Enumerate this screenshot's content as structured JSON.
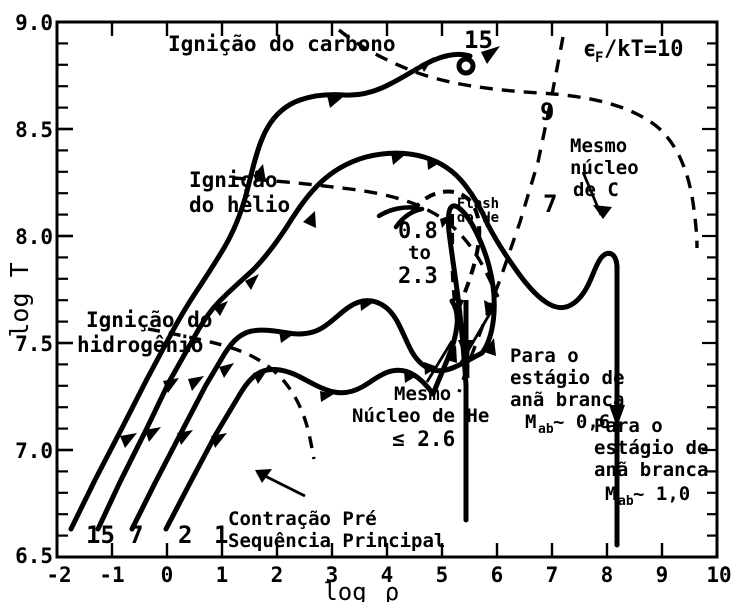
{
  "chart_data": {
    "type": "line",
    "title": "",
    "xlabel": "logρ",
    "ylabel": "log T",
    "xlim": [
      -2,
      10
    ],
    "ylim": [
      6.5,
      9.0
    ],
    "grid": false,
    "legend_position": "none",
    "xticks": [
      "-2",
      "-1",
      "0",
      "1",
      "2",
      "3",
      "4",
      "5",
      "6",
      "7",
      "8",
      "9",
      "10"
    ],
    "yticks": [
      "6.5",
      "7.0",
      "7.5",
      "8.0",
      "8.5",
      "9.0"
    ],
    "x_minor_step": 0.2,
    "y_minor_step": 0.1,
    "series": [
      {
        "name": "15 M_sun evolutionary track",
        "label": "15",
        "style": "solid",
        "points": [
          [
            -1.75,
            6.63
          ],
          [
            -1.3,
            6.86
          ],
          [
            -0.85,
            7.1
          ],
          [
            -0.45,
            7.32
          ],
          [
            -0.1,
            7.5
          ],
          [
            0.15,
            7.6
          ],
          [
            0.45,
            7.72
          ],
          [
            0.75,
            7.86
          ],
          [
            1.0,
            8.0
          ],
          [
            1.2,
            8.2
          ],
          [
            1.3,
            8.38
          ],
          [
            1.45,
            8.55
          ],
          [
            1.75,
            8.62
          ],
          [
            2.1,
            8.6
          ],
          [
            2.5,
            8.58
          ],
          [
            2.9,
            8.6
          ],
          [
            3.3,
            8.68
          ],
          [
            3.7,
            8.76
          ],
          [
            4.0,
            8.8
          ]
        ]
      },
      {
        "name": "7 M_sun evolutionary track",
        "label": "7",
        "style": "solid",
        "points": [
          [
            -1.25,
            6.63
          ],
          [
            -0.85,
            6.85
          ],
          [
            -0.4,
            7.1
          ],
          [
            0.0,
            7.32
          ],
          [
            0.35,
            7.5
          ],
          [
            0.6,
            7.58
          ],
          [
            0.95,
            7.66
          ],
          [
            1.3,
            7.8
          ],
          [
            1.6,
            7.96
          ],
          [
            1.85,
            8.14
          ],
          [
            2.15,
            8.3
          ],
          [
            2.5,
            8.42
          ],
          [
            2.9,
            8.48
          ],
          [
            3.35,
            8.5
          ],
          [
            3.8,
            8.46
          ],
          [
            4.2,
            8.36
          ],
          [
            4.6,
            8.28
          ],
          [
            4.95,
            8.24
          ],
          [
            5.3,
            8.22
          ],
          [
            5.6,
            8.2
          ],
          [
            5.9,
            8.1
          ],
          [
            6.2,
            7.98
          ],
          [
            6.5,
            7.93
          ],
          [
            6.75,
            7.96
          ],
          [
            7.0,
            8.02
          ],
          [
            7.3,
            8.05
          ],
          [
            7.6,
            8.04
          ],
          [
            7.85,
            8.02
          ]
        ]
      },
      {
        "name": "2 M_sun evolutionary track",
        "label": "2",
        "style": "solid",
        "points": [
          [
            -0.6,
            6.63
          ],
          [
            -0.25,
            6.85
          ],
          [
            0.15,
            7.08
          ],
          [
            0.55,
            7.3
          ],
          [
            0.85,
            7.45
          ],
          [
            1.15,
            7.52
          ],
          [
            1.5,
            7.56
          ],
          [
            1.85,
            7.56
          ],
          [
            2.2,
            7.5
          ],
          [
            2.55,
            7.46
          ],
          [
            2.95,
            7.48
          ],
          [
            3.3,
            7.56
          ],
          [
            3.6,
            7.7
          ],
          [
            3.85,
            7.88
          ],
          [
            4.05,
            8.05
          ],
          [
            4.3,
            8.12
          ],
          [
            4.6,
            8.16
          ],
          [
            4.95,
            8.18
          ],
          [
            5.3,
            8.22
          ],
          [
            5.6,
            8.22
          ],
          [
            5.85,
            8.12
          ],
          [
            6.0,
            7.95
          ],
          [
            6.1,
            7.7
          ],
          [
            6.15,
            7.4
          ],
          [
            6.2,
            7.05
          ],
          [
            6.2,
            6.8
          ]
        ]
      },
      {
        "name": "1 M_sun evolutionary track",
        "label": "1",
        "style": "solid",
        "points": [
          [
            -0.1,
            6.63
          ],
          [
            0.3,
            6.86
          ],
          [
            0.7,
            7.1
          ],
          [
            1.05,
            7.28
          ],
          [
            1.4,
            7.38
          ],
          [
            1.8,
            7.42
          ],
          [
            2.2,
            7.4
          ],
          [
            2.6,
            7.36
          ],
          [
            3.0,
            7.36
          ],
          [
            3.4,
            7.42
          ],
          [
            3.75,
            7.52
          ],
          [
            4.0,
            7.66
          ],
          [
            4.2,
            7.8
          ],
          [
            4.4,
            7.92
          ],
          [
            4.65,
            8.02
          ],
          [
            4.95,
            8.12
          ],
          [
            5.25,
            8.2
          ],
          [
            5.5,
            8.24
          ],
          [
            5.75,
            8.22
          ],
          [
            5.95,
            8.14
          ],
          [
            6.1,
            8.0
          ]
        ]
      }
    ],
    "boundaries": [
      {
        "name": "hydrogen ignition line",
        "label": "Ignição do hidrogênio",
        "style": "dashed",
        "points": [
          [
            -0.35,
            7.62
          ],
          [
            0.3,
            7.56
          ],
          [
            0.9,
            7.48
          ],
          [
            1.4,
            7.4
          ],
          [
            1.9,
            7.28
          ],
          [
            2.3,
            7.14
          ],
          [
            2.6,
            6.98
          ],
          [
            2.8,
            6.84
          ]
        ]
      },
      {
        "name": "helium ignition line",
        "label": "Ignição do hélio",
        "style": "dashed",
        "points": [
          [
            1.2,
            8.27
          ],
          [
            2.0,
            8.25
          ],
          [
            2.8,
            8.22
          ],
          [
            3.6,
            8.18
          ],
          [
            4.3,
            8.1
          ],
          [
            4.9,
            8.0
          ],
          [
            5.3,
            7.88
          ],
          [
            5.6,
            7.76
          ]
        ]
      },
      {
        "name": "carbon ignition line",
        "label": "Ignição do carbono",
        "style": "dashed",
        "points": [
          [
            3.1,
            8.97
          ],
          [
            3.6,
            8.88
          ],
          [
            4.15,
            8.78
          ],
          [
            4.8,
            8.72
          ],
          [
            5.6,
            8.68
          ],
          [
            6.5,
            8.63
          ],
          [
            7.3,
            8.52
          ],
          [
            7.9,
            8.36
          ],
          [
            8.3,
            8.16
          ],
          [
            8.55,
            7.94
          ]
        ]
      },
      {
        "name": "degeneracy line eF/kT=10",
        "label": "ϵF/kT=10",
        "style": "dashed",
        "points": [
          [
            5.75,
            8.93
          ],
          [
            5.55,
            8.62
          ],
          [
            5.3,
            8.32
          ],
          [
            5.0,
            8.04
          ],
          [
            4.7,
            7.8
          ],
          [
            4.45,
            7.58
          ],
          [
            4.2,
            7.4
          ]
        ]
      }
    ],
    "annotations": [
      {
        "name": "carbon-ignition-label",
        "text": "Ignição do carbono"
      },
      {
        "name": "helium-ignition-label",
        "text": "Ignição\ndo hélio"
      },
      {
        "name": "hydrogen-ignition-label",
        "text": "Ignição do\nhidrogênio"
      },
      {
        "name": "degeneracy-label",
        "text": "ϵF/kT=10"
      },
      {
        "name": "mass-range-label",
        "text": "0.8 to 2.3"
      },
      {
        "name": "helium-flash-label",
        "text": "Flash do He"
      },
      {
        "name": "same-carbon-core-label",
        "text": "Mesmo núcleo de C"
      },
      {
        "name": "same-helium-core-label",
        "text": "Mesmo Núcleo de He ≤ 2.6"
      },
      {
        "name": "pre-main-sequence-label",
        "text": "Contração Pré Sequência Principal"
      },
      {
        "name": "white-dwarf-06-label",
        "text": "Para o estágio de anã branca Mab~0,6"
      },
      {
        "name": "white-dwarf-10-label",
        "text": "Para o estágio de anã branca Mab~1,0"
      }
    ]
  },
  "axes": {
    "ylabel": "log T",
    "xlabel_prefix": "log",
    "xlabel_symbol": "ρ",
    "yticks": [
      "9.0",
      "8.5",
      "8.0",
      "7.5",
      "7.0",
      "6.5"
    ],
    "xticks": [
      "-2",
      "-1",
      "0",
      "1",
      "2",
      "3",
      "4",
      "5",
      "6",
      "7",
      "8",
      "9",
      "10"
    ]
  },
  "labels": {
    "carbon_ignition": "Ignição do carbono",
    "helium_ignition_l1": "Ignição",
    "helium_ignition_l2": "do hélio",
    "hydrogen_ignition_l1": "Ignição do",
    "hydrogen_ignition_l2": "hidrogênio",
    "degeneracy_eps": "ϵ",
    "degeneracy_sub": "F",
    "degeneracy_rest": "/kT=10",
    "mass_08": "0.8",
    "mass_to": "to",
    "mass_23": "2.3",
    "flash_l1": "Flash",
    "flash_l2": "do He",
    "carbon_core_l1": "Mesmo",
    "carbon_core_l2": "núcleo",
    "carbon_core_l3": "de C",
    "helium_core_l1": "Mesmo",
    "helium_core_l2": "Núcleo de He",
    "helium_core_l3": "≤ 2.6",
    "pre_ms_l1": "Contração Pré",
    "pre_ms_l2": "Sequência Principal",
    "wd06_l1": "Para o",
    "wd06_l2": "estágio de",
    "wd06_l3": "anã branca",
    "wd06_m": "M",
    "wd06_msub": "ab",
    "wd06_mval": "~ 0,6",
    "wd10_l1": "Para o",
    "wd10_l2": "estágio de",
    "wd10_l3": "anã branca",
    "wd10_m": "M",
    "wd10_msub": "ab",
    "wd10_mval": "~ 1,0",
    "track_15_top": "15",
    "track_9_top": "9",
    "track_9_mid": "9",
    "track_7_mid": "7",
    "track_15_bot": "15",
    "track_7_bot": "7",
    "track_2_bot": "2",
    "track_1_bot": "1"
  },
  "colors": {
    "ink": "#000000",
    "background": "#ffffff"
  }
}
